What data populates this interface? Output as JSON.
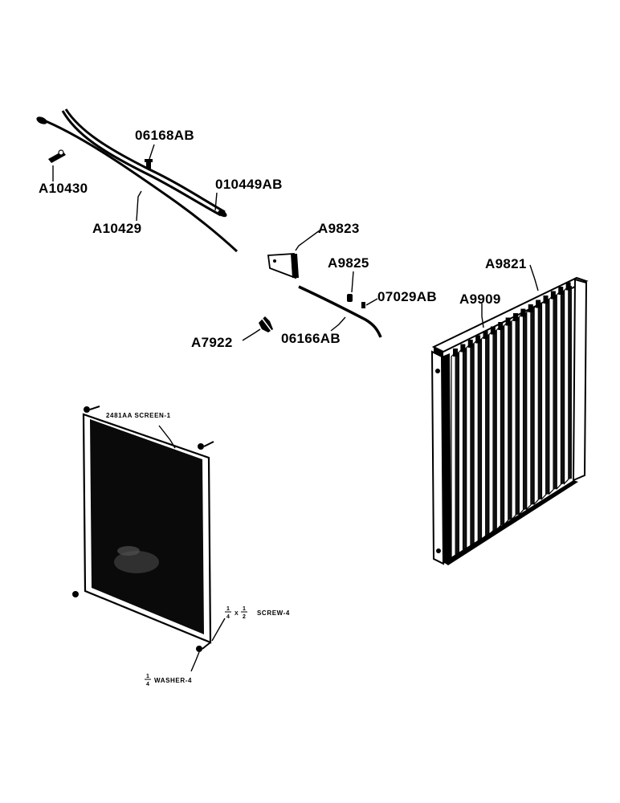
{
  "labels": {
    "a10430": "A10430",
    "a10429": "A10429",
    "p06168ab": "06168AB",
    "p010449ab": "010449AB",
    "a9823": "A9823",
    "a9825": "A9825",
    "p07029ab": "07029AB",
    "a7922": "A7922",
    "p06166ab": "06166AB",
    "a9821": "A9821",
    "a9909": "A9909",
    "screen": "2481AA SCREEN-1",
    "screw_num": "1",
    "screw_den": "4",
    "screw_x": "X",
    "screw_num2": "1",
    "screw_den2": "2",
    "screw_text": "SCREW-4",
    "washer_num": "1",
    "washer_den": "4",
    "washer_text": "WASHER-4"
  }
}
